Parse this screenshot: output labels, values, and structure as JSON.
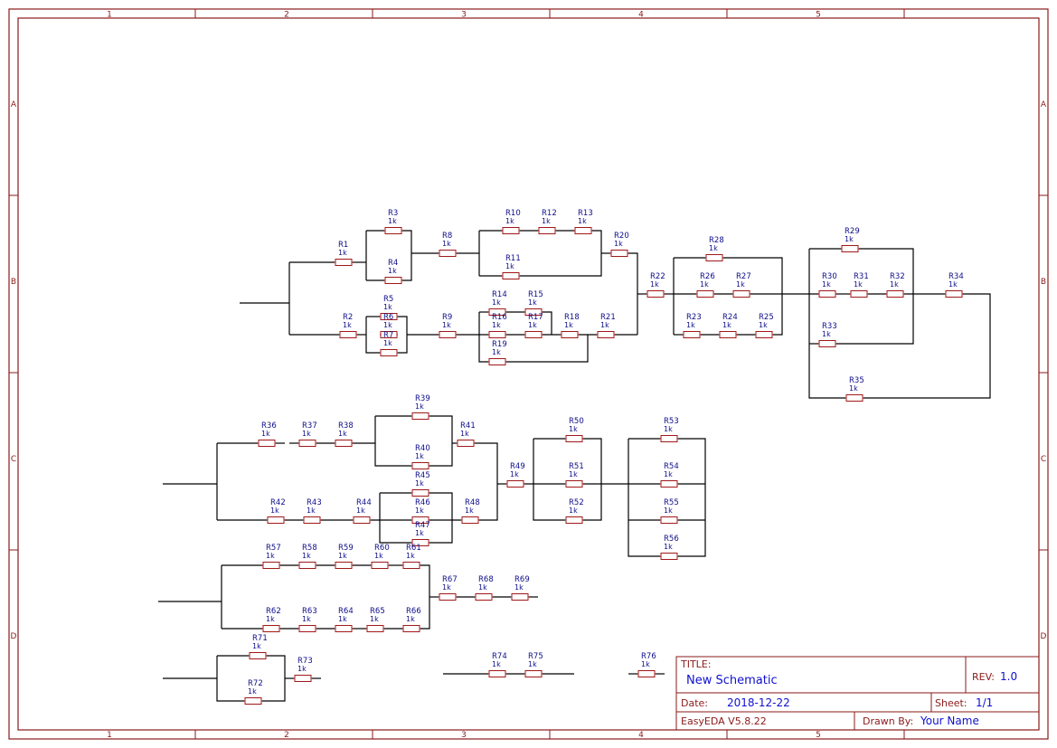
{
  "zones": {
    "columns": [
      "1",
      "2",
      "3",
      "4",
      "5"
    ],
    "rows": [
      "A",
      "B",
      "C",
      "D"
    ]
  },
  "title_block": {
    "title_label": "TITLE:",
    "title": "New Schematic",
    "rev_label": "REV:",
    "rev": "1.0",
    "date_label": "Date:",
    "date": "2018-12-22",
    "sheet_label": "Sheet:",
    "sheet": "1/1",
    "tool": "EasyEDA V5.8.22",
    "drawn_label": "Drawn By:",
    "drawn_by": "Your Name"
  },
  "resistor_value": "1k",
  "resistors": [
    {
      "id": "R1"
    },
    {
      "id": "R2"
    },
    {
      "id": "R3"
    },
    {
      "id": "R4"
    },
    {
      "id": "R5"
    },
    {
      "id": "R6"
    },
    {
      "id": "R7"
    },
    {
      "id": "R8"
    },
    {
      "id": "R9"
    },
    {
      "id": "R10"
    },
    {
      "id": "R11"
    },
    {
      "id": "R12"
    },
    {
      "id": "R13"
    },
    {
      "id": "R14"
    },
    {
      "id": "R15"
    },
    {
      "id": "R16"
    },
    {
      "id": "R17"
    },
    {
      "id": "R18"
    },
    {
      "id": "R19"
    },
    {
      "id": "R20"
    },
    {
      "id": "R21"
    },
    {
      "id": "R22"
    },
    {
      "id": "R23"
    },
    {
      "id": "R24"
    },
    {
      "id": "R25"
    },
    {
      "id": "R26"
    },
    {
      "id": "R27"
    },
    {
      "id": "R28"
    },
    {
      "id": "R29"
    },
    {
      "id": "R30"
    },
    {
      "id": "R31"
    },
    {
      "id": "R32"
    },
    {
      "id": "R33"
    },
    {
      "id": "R34"
    },
    {
      "id": "R35"
    },
    {
      "id": "R36"
    },
    {
      "id": "R37"
    },
    {
      "id": "R38"
    },
    {
      "id": "R39"
    },
    {
      "id": "R40"
    },
    {
      "id": "R41"
    },
    {
      "id": "R42"
    },
    {
      "id": "R43"
    },
    {
      "id": "R44"
    },
    {
      "id": "R45"
    },
    {
      "id": "R46"
    },
    {
      "id": "R47"
    },
    {
      "id": "R48"
    },
    {
      "id": "R49"
    },
    {
      "id": "R50"
    },
    {
      "id": "R51"
    },
    {
      "id": "R52"
    },
    {
      "id": "R53"
    },
    {
      "id": "R54"
    },
    {
      "id": "R55"
    },
    {
      "id": "R56"
    },
    {
      "id": "R57"
    },
    {
      "id": "R58"
    },
    {
      "id": "R59"
    },
    {
      "id": "R60"
    },
    {
      "id": "R61"
    },
    {
      "id": "R62"
    },
    {
      "id": "R63"
    },
    {
      "id": "R64"
    },
    {
      "id": "R65"
    },
    {
      "id": "R66"
    },
    {
      "id": "R67"
    },
    {
      "id": "R68"
    },
    {
      "id": "R69"
    },
    {
      "id": "R71"
    },
    {
      "id": "R72"
    },
    {
      "id": "R73"
    },
    {
      "id": "R74"
    },
    {
      "id": "R75"
    },
    {
      "id": "R76"
    }
  ]
}
